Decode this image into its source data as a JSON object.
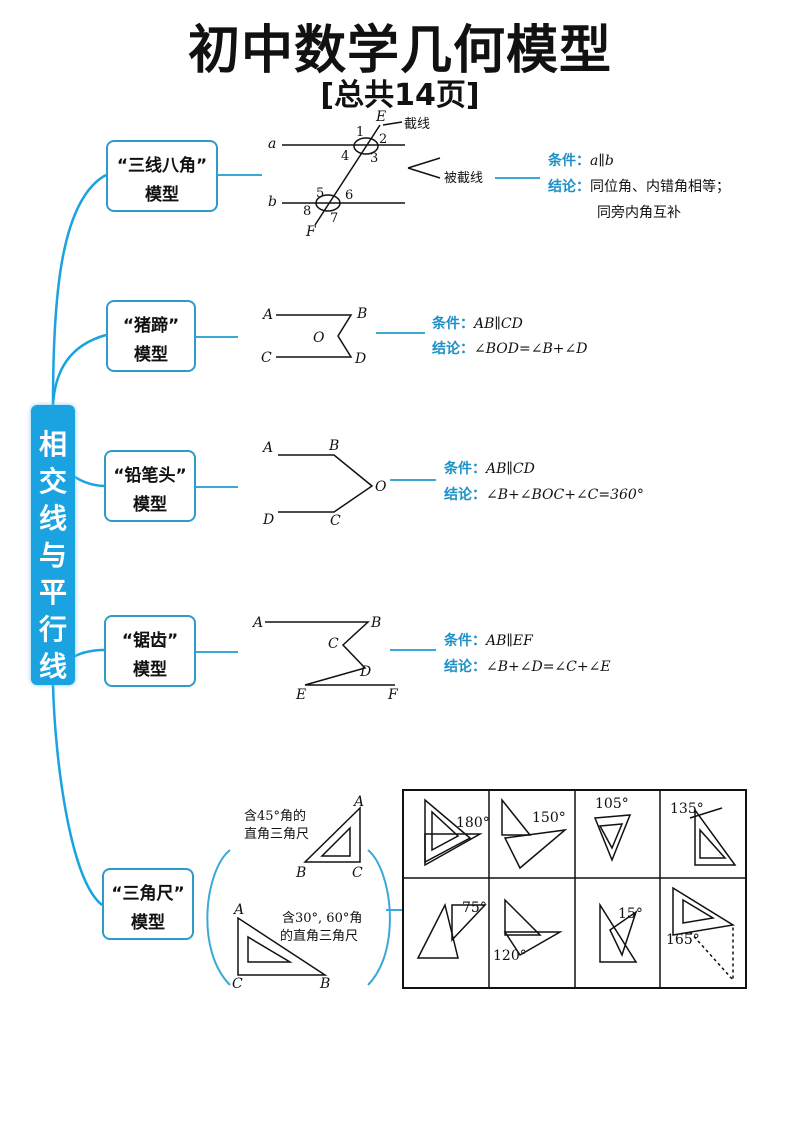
{
  "title": "初中数学几何模型",
  "subtitle": "[总共14页]",
  "topic": [
    "相",
    "交",
    "线",
    "与",
    "平",
    "行",
    "线"
  ],
  "models": [
    {
      "line1": "“三线八角”",
      "line2": "模型",
      "cond_k": "条件：",
      "cond_v": "a∥b",
      "conc_k": "结论：",
      "conc_v": "同位角、内错角相等；",
      "conc_v2": "同旁内角互补"
    },
    {
      "line1": "“猪蹄”",
      "line2": "模型",
      "cond_k": "条件：",
      "cond_v": "AB∥CD",
      "conc_k": "结论：",
      "conc_v": "∠BOD=∠B+∠D"
    },
    {
      "line1": "“铅笔头”",
      "line2": "模型",
      "cond_k": "条件：",
      "cond_v": "AB∥CD",
      "conc_k": "结论：",
      "conc_v": "∠B+∠BOC+∠C=360°"
    },
    {
      "line1": "“锯齿”",
      "line2": "模型",
      "cond_k": "条件：",
      "cond_v": "AB∥EF",
      "conc_k": "结论：",
      "conc_v": "∠B+∠D=∠C+∠E"
    },
    {
      "line1": "“三角尺”",
      "line2": "模型"
    }
  ],
  "fig1": {
    "a": "a",
    "b": "b",
    "E": "E",
    "F": "F",
    "n1": "1",
    "n2": "2",
    "n3": "3",
    "n4": "4",
    "n5": "5",
    "n6": "6",
    "n7": "7",
    "n8": "8",
    "cut": "截线",
    "cutted": "被截线"
  },
  "fig2": {
    "A": "A",
    "B": "B",
    "C": "C",
    "D": "D",
    "O": "O"
  },
  "fig3": {
    "A": "A",
    "B": "B",
    "C": "C",
    "D": "D",
    "O": "O"
  },
  "fig4": {
    "A": "A",
    "B": "B",
    "C": "C",
    "D": "D",
    "E": "E",
    "F": "F"
  },
  "fig5": {
    "tri45_l1": "含45°角的",
    "tri45_l2": "直角三角尺",
    "A1": "A",
    "B1": "B",
    "C1": "C",
    "tri30_l1": "含30°, 60°角",
    "tri30_l2": "的直角三角尺",
    "A2": "A",
    "B2": "B",
    "C2": "C"
  },
  "grid": [
    "180°",
    "150°",
    "105°",
    "135°",
    "75°",
    "120°",
    "15°",
    "165°"
  ]
}
